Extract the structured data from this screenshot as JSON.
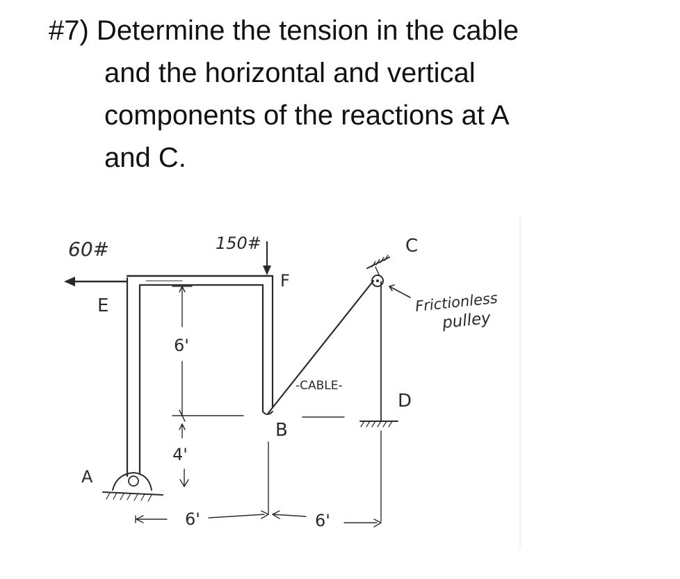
{
  "problem": {
    "lines": [
      "#7) Determine the tension in the cable",
      "and the horizontal and vertical",
      "components of the reactions at A",
      "and C."
    ]
  },
  "figure": {
    "load_e": "60#",
    "load_f": "150#",
    "label_a": "A",
    "label_b": "B",
    "label_c": "C",
    "label_d": "D",
    "label_e": "E",
    "label_f": "F",
    "cable": "-CABLE-",
    "pulley_line1": "Frictionless",
    "pulley_line2": "pulley",
    "dim_6_vertical": "6'",
    "dim_4_vertical": "4'",
    "dim_6_left": "6'",
    "dim_6_right": "6'"
  }
}
